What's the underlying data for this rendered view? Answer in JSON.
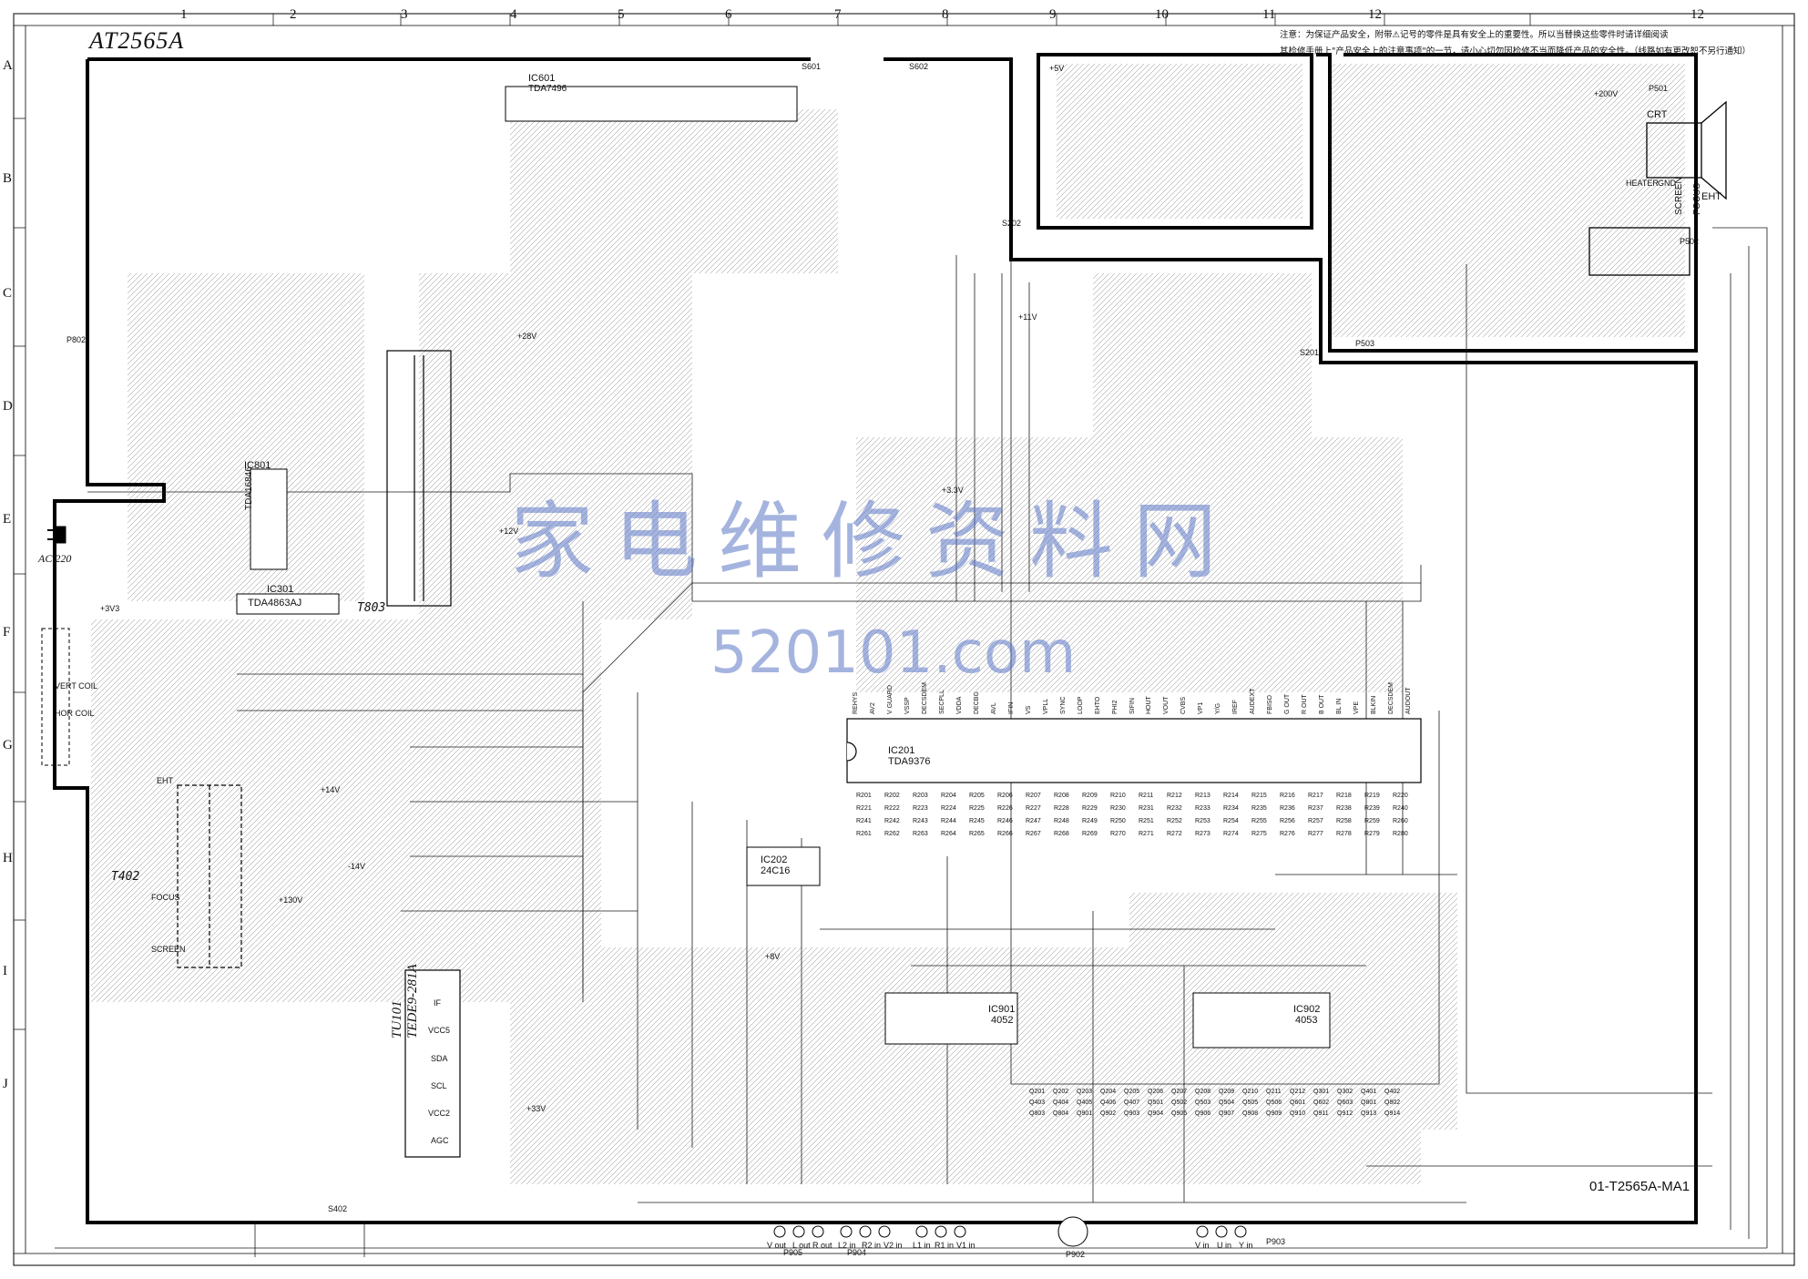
{
  "drawing": {
    "title": "AT2565A",
    "drawing_number": "01-T2565A-MA1",
    "notice_line1": "注意：为保证产品安全，附带⚠记号的零件是具有安全上的重要性。所以当替换这些零件时请详细阅读",
    "notice_line2": "其检修手册上\"产品安全上的注意事项\"的一节，请小心切勿因检修不当而降低产品的安全性。（线路如有更改恕不另行通知）"
  },
  "grid": {
    "columns": [
      "1",
      "2",
      "3",
      "4",
      "5",
      "6",
      "7",
      "8",
      "9",
      "10",
      "11",
      "12",
      "12"
    ],
    "rows": [
      "A",
      "B",
      "C",
      "D",
      "E",
      "F",
      "G",
      "H",
      "I",
      "J"
    ]
  },
  "watermark": {
    "line1": "家电维修资料网",
    "line2": "520101.com"
  },
  "chips": {
    "ic601": {
      "ref": "IC601",
      "part": "TDA7496"
    },
    "ic201": {
      "ref": "IC201",
      "part": "TDA9376"
    },
    "ic202": {
      "ref": "IC202",
      "part": "24C16"
    },
    "ic301": {
      "ref": "IC301",
      "part": "TDA4863AJ"
    },
    "ic801": {
      "ref": "IC801",
      "part": "TDA16846"
    },
    "ic901": {
      "ref": "IC901",
      "part": "4052"
    },
    "ic902": {
      "ref": "IC902",
      "part": "4053"
    },
    "tu101": {
      "ref": "TU101",
      "part": "TEDE9-281A"
    }
  },
  "tuner_pins": [
    "IF",
    "VCC5",
    "SDA",
    "SCL",
    "VCC2",
    "AGC"
  ],
  "transformers": {
    "t803": "T803",
    "t402": "T402"
  },
  "connectors": {
    "p501": "P501",
    "p502": "P502",
    "p503": "P503",
    "p902": "P902",
    "p903": "P903",
    "p904": "P904",
    "p905": "P905",
    "s601": "S601",
    "s602": "S602",
    "s402": "S402",
    "s201": "S201",
    "s202": "S202",
    "p802": "P802"
  },
  "crt": {
    "label": "CRT",
    "eht": "EHT",
    "heater": "HEATER",
    "gnd": "GND",
    "screen": "SCREEN",
    "focus": "FOCUS"
  },
  "mains": {
    "label": "AC 220"
  },
  "coils": {
    "vert": "VERT COIL",
    "hor": "HOR COIL"
  },
  "flyback": {
    "eht": "EHT",
    "focus": "FOCUS",
    "screen": "SCREEN"
  },
  "rails": [
    "+5V",
    "+8V",
    "+12V",
    "+14V",
    "-14V",
    "+28V",
    "+33V",
    "+130V",
    "+200V",
    "+3.3V",
    "+11V",
    "+3V3"
  ],
  "av_jacks": {
    "p905": [
      "V out",
      "L out",
      "R out"
    ],
    "p904": [
      "L2 in",
      "R2 in",
      "V2 in"
    ],
    "p903b": [
      "L1 in",
      "R1 in",
      "V1 in"
    ],
    "p903": [
      "V in",
      "U in",
      "Y in"
    ]
  },
  "ic201_pins_top": [
    "REHYS",
    "AV2",
    "V GUARD",
    "VSSP",
    "DECSDEM",
    "SECPLL",
    "VDDA",
    "DECBG",
    "AVL",
    "IFIN",
    "VS",
    "VPLL",
    "SYNC",
    "LOOP",
    "EHTO",
    "PHI2",
    "SIFIN",
    "HOUT",
    "VOUT",
    "CVBS",
    "VP1",
    "Y/G",
    "IREF",
    "AUDEXT",
    "FBISO",
    "G OUT",
    "R OUT",
    "B OUT",
    "BL IN",
    "VPE",
    "BLKIN",
    "DECSDEM",
    "AUDOUT"
  ],
  "resistors": [
    "R201",
    "R202",
    "R203",
    "R204",
    "R205",
    "R206",
    "R207",
    "R208",
    "R209",
    "R210",
    "R211",
    "R212",
    "R213",
    "R214",
    "R215",
    "R216",
    "R217",
    "R218",
    "R219",
    "R220",
    "R221",
    "R222",
    "R223",
    "R224",
    "R225",
    "R226",
    "R227",
    "R228",
    "R229",
    "R230",
    "R231",
    "R232",
    "R233",
    "R234",
    "R235",
    "R236",
    "R237",
    "R238",
    "R239",
    "R240",
    "R241",
    "R242",
    "R243",
    "R244",
    "R245",
    "R246",
    "R247",
    "R248",
    "R249",
    "R250",
    "R251",
    "R252",
    "R253",
    "R254",
    "R255",
    "R256",
    "R257",
    "R258",
    "R259",
    "R260",
    "R261",
    "R262",
    "R263",
    "R264",
    "R265",
    "R266",
    "R267",
    "R268",
    "R269",
    "R270",
    "R271",
    "R272",
    "R273",
    "R274",
    "R275",
    "R276",
    "R277",
    "R278",
    "R279",
    "R280"
  ],
  "transistors": [
    "Q201",
    "Q202",
    "Q203",
    "Q204",
    "Q205",
    "Q206",
    "Q207",
    "Q208",
    "Q209",
    "Q210",
    "Q211",
    "Q212",
    "Q301",
    "Q302",
    "Q401",
    "Q402",
    "Q403",
    "Q404",
    "Q405",
    "Q406",
    "Q407",
    "Q501",
    "Q502",
    "Q503",
    "Q504",
    "Q505",
    "Q506",
    "Q601",
    "Q602",
    "Q603",
    "Q801",
    "Q802",
    "Q803",
    "Q804",
    "Q901",
    "Q902",
    "Q903",
    "Q904",
    "Q905",
    "Q906",
    "Q907",
    "Q908",
    "Q909",
    "Q910",
    "Q911",
    "Q912",
    "Q913",
    "Q914"
  ],
  "strokes": {
    "ink": "#1a1a1a",
    "frame": "#000000",
    "watermark": "#5d78c6"
  }
}
